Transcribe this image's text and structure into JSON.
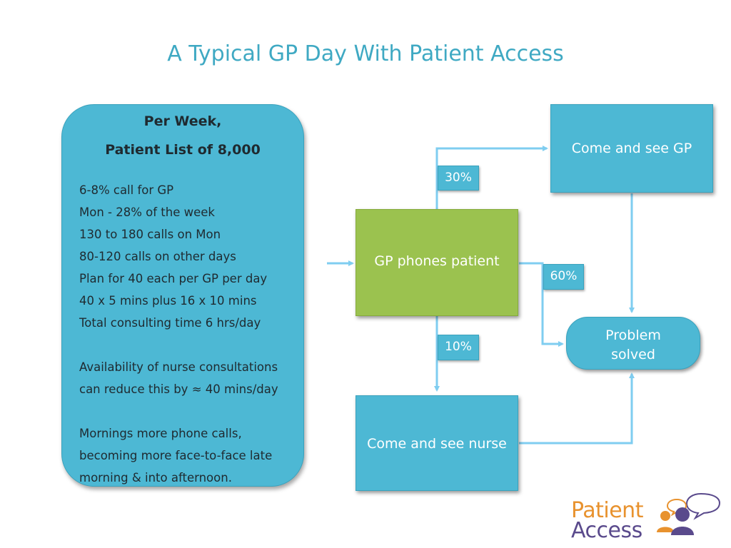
{
  "title": "A Typical GP Day With Patient Access",
  "info_box": {
    "heading_line1": "Per Week,",
    "heading_line2": "Patient List of 8,000",
    "lines": [
      "6-8% call for GP",
      "Mon - 28% of the week",
      "130 to 180 calls on Mon",
      "80-120 calls on other days",
      "Plan for 40 each per GP per day",
      "40 x 5 mins plus 16 x 10 mins",
      "Total consulting time 6 hrs/day",
      "",
      "Availability of nurse consultations",
      "can reduce this by ≈ 40 mins/day",
      "",
      "Mornings more phone calls,",
      "becoming more face-to-face late",
      "morning & into afternoon."
    ]
  },
  "flow": {
    "gp_phones": "GP phones patient",
    "come_see_gp": "Come and see GP",
    "come_see_nurse": "Come and see nurse",
    "problem_solved_line1": "Problem",
    "problem_solved_line2": "solved",
    "pct_gp": "30%",
    "pct_solved": "60%",
    "pct_nurse": "10%"
  },
  "logo": {
    "line1": "Patient",
    "line2": "Access"
  },
  "colors": {
    "title": "#3fa9c3",
    "box_blue": "#4db8d4",
    "box_green": "#9bc24f",
    "arrow": "#7fcdf0",
    "logo_orange": "#e8922e",
    "logo_purple": "#5a4a8c"
  }
}
